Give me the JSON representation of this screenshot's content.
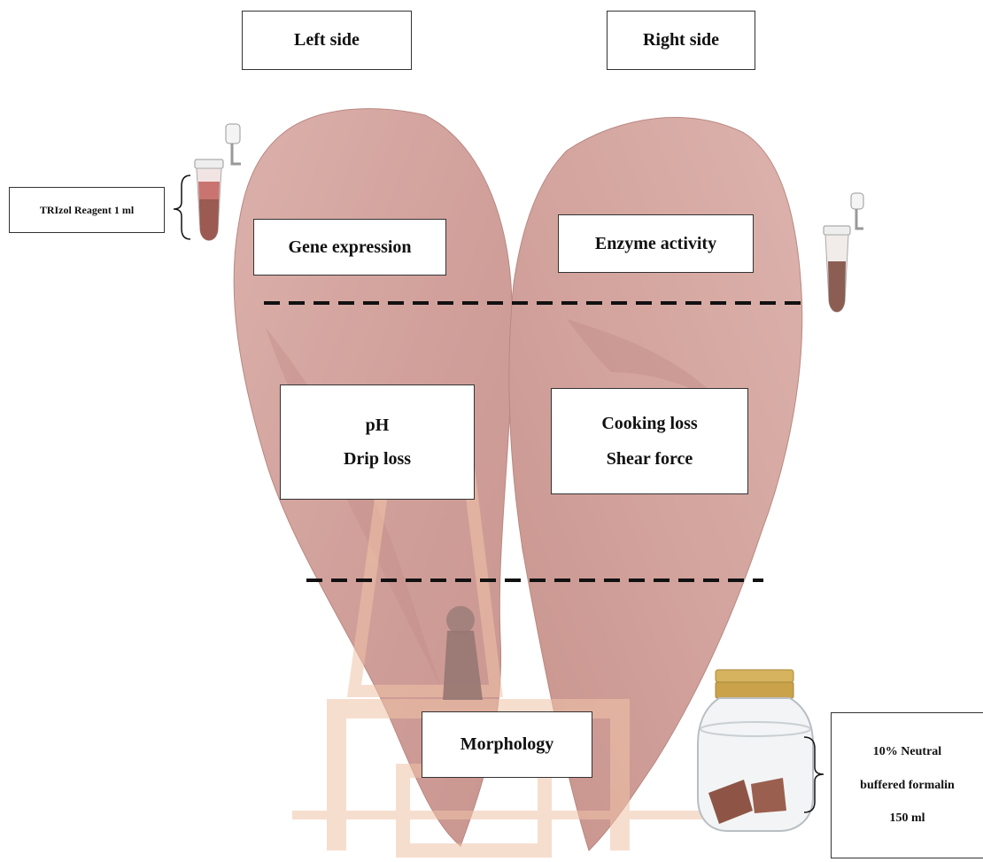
{
  "headers": {
    "left": "Left side",
    "right": "Right side"
  },
  "regions": {
    "gene_expression": "Gene expression",
    "enzyme_activity": "Enzyme activity",
    "left_middle": [
      "pH",
      "Drip loss"
    ],
    "right_middle": [
      "Cooking loss",
      "Shear force"
    ],
    "morphology": "Morphology"
  },
  "reagents": {
    "trizol": "TRIzol Reagent 1 ml",
    "formalin": [
      "10% Neutral",
      "buffered formalin",
      "150 ml"
    ]
  },
  "icons": [
    "tube-icon",
    "tube-icon",
    "jar-icon",
    "watermark-logo"
  ],
  "colors": {
    "meat": "#d7a7a2",
    "meat_shade": "#c08a86",
    "watermark": "#f3c9b7",
    "jar_lid": "#c9a24a",
    "tube_fill": "#b96b63"
  }
}
